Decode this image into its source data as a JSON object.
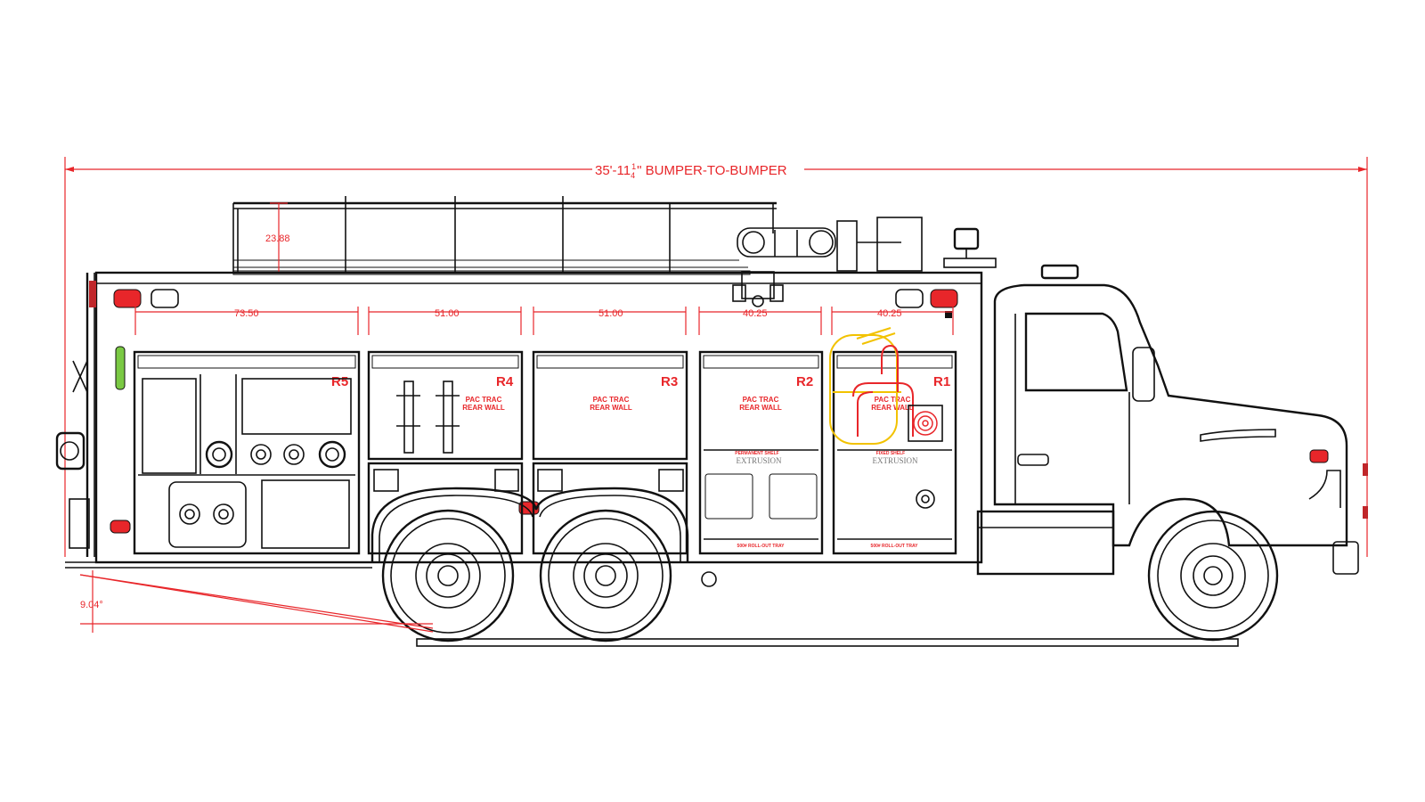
{
  "overall_length": {
    "prefix": "35'-11",
    "fraction_top": "1",
    "fraction_bottom": "4",
    "suffix": "\" BUMPER-TO-BUMPER"
  },
  "dimensions": {
    "railing_height": "23.88",
    "departure_angle": "9.04°",
    "compartment_widths": [
      "73.50",
      "51.00",
      "51.00",
      "40.25",
      "40.25"
    ]
  },
  "compartments": [
    {
      "id": "R5",
      "wall_label": [],
      "shelf_label": "",
      "tray_label": ""
    },
    {
      "id": "R4",
      "wall_label": [
        "PAC TRAC",
        "REAR WALL"
      ],
      "shelf_label": "",
      "tray_label": ""
    },
    {
      "id": "R3",
      "wall_label": [
        "PAC TRAC",
        "REAR WALL"
      ],
      "shelf_label": "",
      "tray_label": ""
    },
    {
      "id": "R2",
      "wall_label": [
        "PAC TRAC",
        "REAR WALL"
      ],
      "shelf_label": "PERMANENT SHELF",
      "extrusion_label": "EXTRUSION",
      "tray_label": "500# ROLL-OUT TRAY"
    },
    {
      "id": "R1",
      "wall_label": [
        "PAC TRAC",
        "REAR WALL"
      ],
      "shelf_label": "FIXED SHELF",
      "extrusion_label": "EXTRUSION",
      "tray_label": "500# ROLL-OUT TRAY"
    }
  ],
  "colors": {
    "dimension": "#e8262a",
    "outline": "#111111",
    "equipment_highlight": "#f2c200",
    "marker_light": "#e8262a",
    "marker_light_green": "#7ac943"
  }
}
